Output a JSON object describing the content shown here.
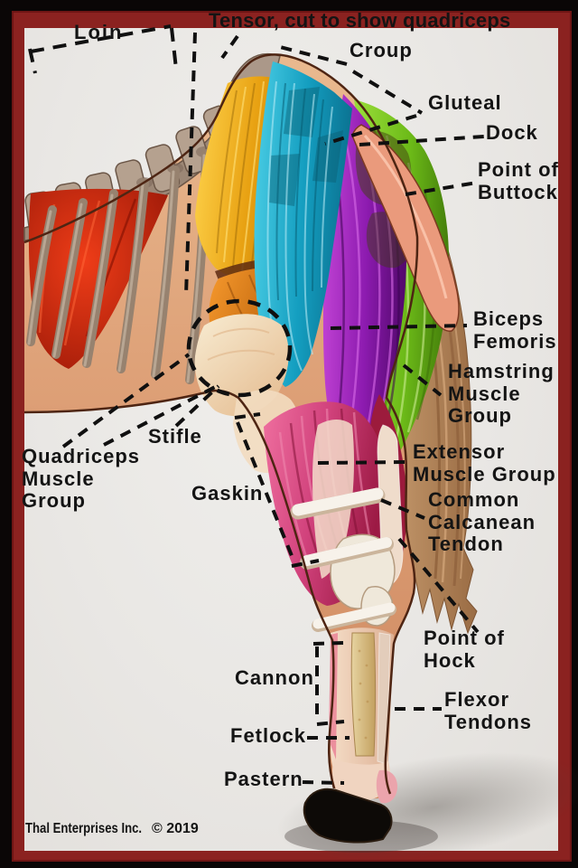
{
  "labels": {
    "loin": "Loin",
    "tensor": "Tensor, cut to show quadriceps",
    "croup": "Croup",
    "gluteal": "Gluteal",
    "dock": "Dock",
    "point_of_buttock": "Point of Buttock",
    "biceps_femoris": "Biceps Femoris",
    "hamstring": "Hamstring Muscle Group",
    "extensor": "Extensor Muscle Group",
    "calcanean": "Common Calcanean Tendon",
    "point_of_hock": "Point of Hock",
    "flexor": "Flexor Tendons",
    "quadriceps": "Quadriceps Muscle Group",
    "stifle": "Stifle",
    "gaskin": "Gaskin",
    "cannon": "Cannon",
    "fetlock": "Fetlock",
    "pastern": "Pastern"
  },
  "footer": {
    "company": "Thal Enterprises Inc.",
    "copyright": "© 2019"
  },
  "colors": {
    "frame_maroon": "#8b2220",
    "paper": "#eae8e6",
    "label_text": "#141414",
    "pointer_dash": "#101010",
    "skin": "#d99a74",
    "tensor_yellow": "#e8a91d",
    "gluteal_cyan": "#18a2c0",
    "biceps_purple": "#8d1bb0",
    "hamstring_green": "#74c11c",
    "gaskin_magenta": "#cf3a74",
    "intercostal_red": "#cc2810",
    "tail_brown": "#b08055",
    "bone_tan": "#d8ba85",
    "hoof_black": "#0d0a07"
  }
}
